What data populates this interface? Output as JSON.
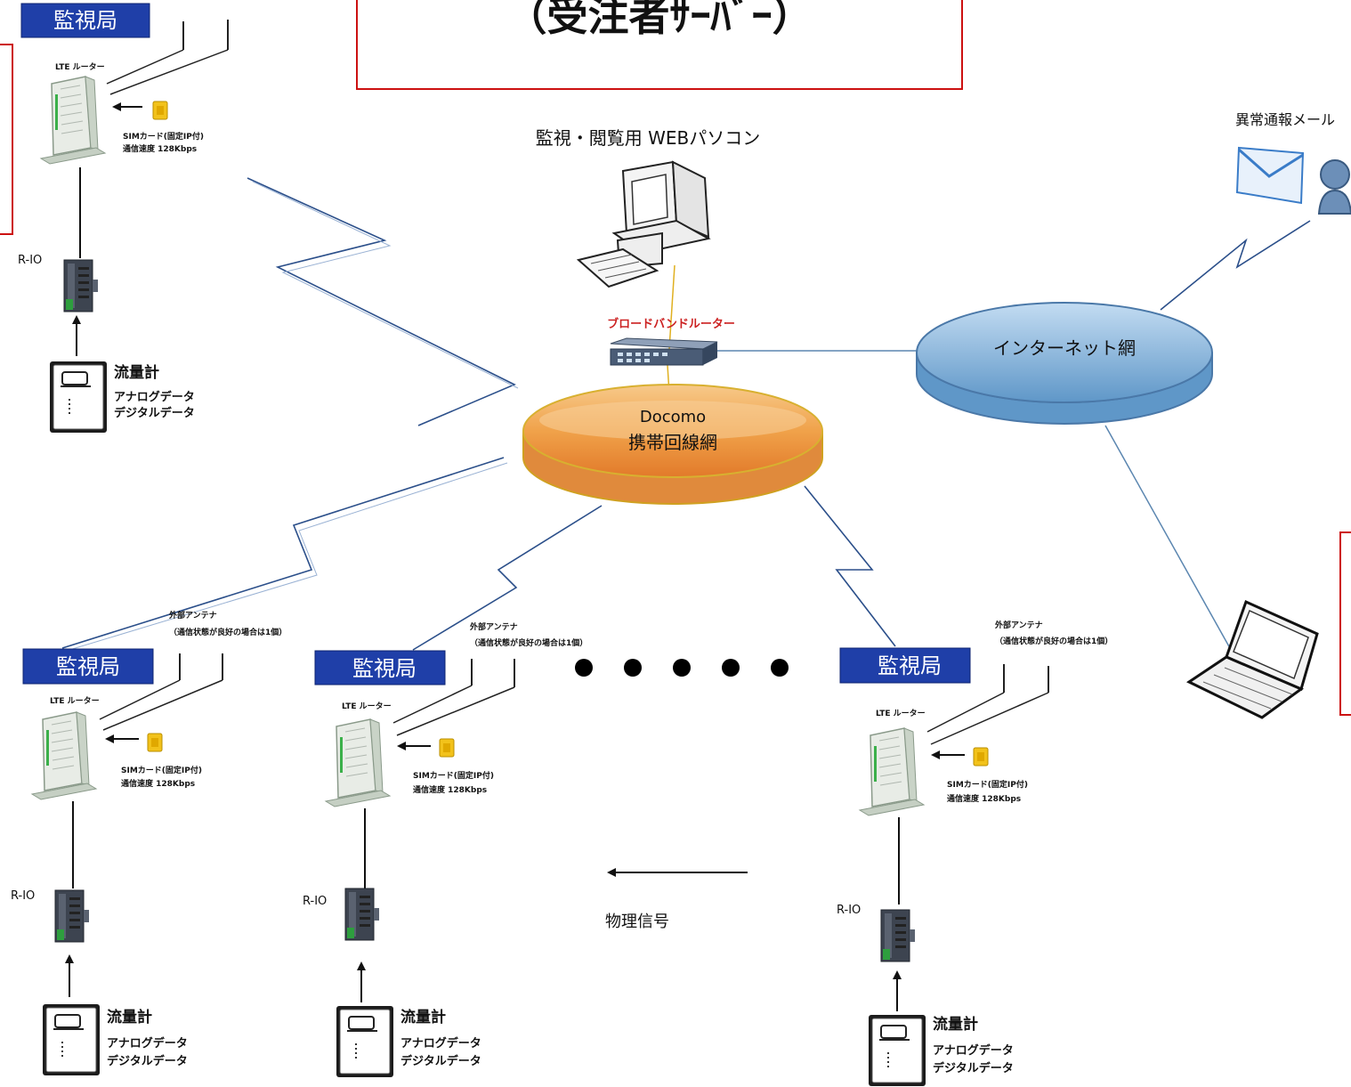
{
  "server_box": {
    "title": "（受注者ｻｰﾊﾞｰ）"
  },
  "center": {
    "pc_label": "監視・閲覧用 WEBパソコン",
    "broadband_router_label": "ブロードバンドルーター",
    "carrier": "Docomo",
    "carrier_network": "携帯回線網",
    "internet": "インターネット網",
    "alert_mail": "異常通報メール",
    "physical_signal": "物理信号"
  },
  "stations": [
    {
      "label": "監視局",
      "router": "LTE ルーター",
      "antenna": "",
      "antenna_note": "",
      "sim": "SIMカード(固定IP付)",
      "speed": "通信速度 128Kbps",
      "rio": "R-IO",
      "meter": "流量計",
      "analog": "アナログデータ",
      "digital": "デジタルデータ"
    },
    {
      "label": "監視局",
      "router": "LTE ルーター",
      "antenna": "外部アンテナ",
      "antenna_note": "（通信状態が良好の場合は1個）",
      "sim": "SIMカード(固定IP付)",
      "speed": "通信速度 128Kbps",
      "rio": "R-IO",
      "meter": "流量計",
      "analog": "アナログデータ",
      "digital": "デジタルデータ"
    },
    {
      "label": "監視局",
      "router": "LTE ルーター",
      "antenna": "外部アンテナ",
      "antenna_note": "（通信状態が良好の場合は1個）",
      "sim": "SIMカード(固定IP付)",
      "speed": "通信速度 128Kbps",
      "rio": "R-IO",
      "meter": "流量計",
      "analog": "アナログデータ",
      "digital": "デジタルデータ"
    },
    {
      "label": "監視局",
      "router": "LTE ルーター",
      "antenna": "外部アンテナ",
      "antenna_note": "（通信状態が良好の場合は1個）",
      "sim": "SIMカード(固定IP付)",
      "speed": "通信速度 128Kbps",
      "rio": "R-IO",
      "meter": "流量計",
      "analog": "アナログデータ",
      "digital": "デジタルデータ"
    }
  ],
  "colors": {
    "station_label_bg": "#1f3fa8",
    "red_frame": "#cc1111",
    "carrier_fill": "#f5b24e",
    "internet_fill": "#9fc8ea",
    "router_label": "#cc2222"
  }
}
